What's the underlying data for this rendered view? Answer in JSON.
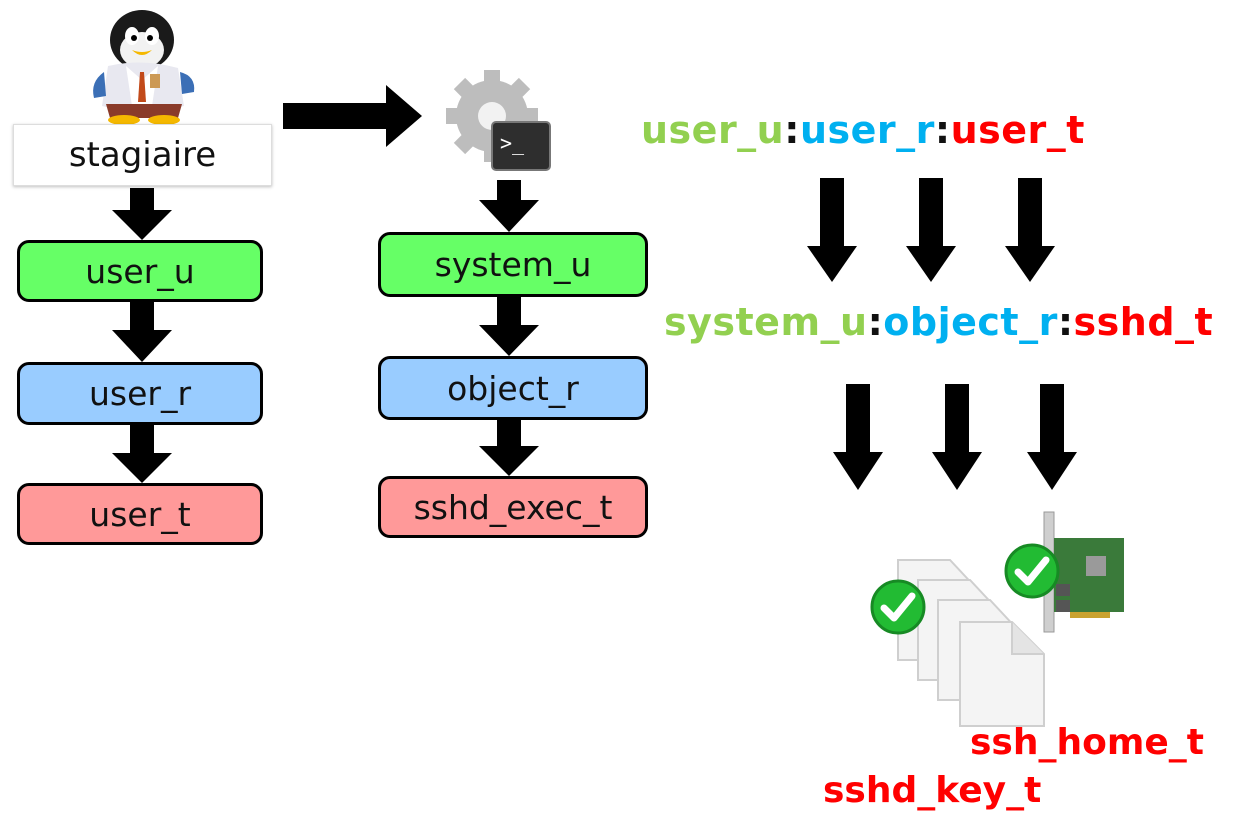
{
  "user_column": {
    "login": "stagiaire",
    "selinux_user": "user_u",
    "role": "user_r",
    "type": "user_t"
  },
  "process_column": {
    "selinux_user": "system_u",
    "role": "object_r",
    "type": "sshd_exec_t"
  },
  "context_top": {
    "user": "user_u",
    "sep1": ":",
    "role": "user_r",
    "sep2": ":",
    "type": "user_t"
  },
  "context_mid": {
    "user": "system_u",
    "sep1": ":",
    "role": "object_r",
    "sep2": ":",
    "type": "sshd_t"
  },
  "file_types": {
    "home": "ssh_home_t",
    "key": "sshd_key_t"
  },
  "icons": [
    "penguin-icon",
    "terminal-gear-icon",
    "documents-icon",
    "network-card-icon",
    "check-icon"
  ],
  "colors": {
    "user": "#92d050",
    "role": "#00b0f0",
    "type": "#ff0000",
    "green_box": "#66ff66",
    "blue_box": "#99ccff",
    "red_box": "#ff9999"
  }
}
